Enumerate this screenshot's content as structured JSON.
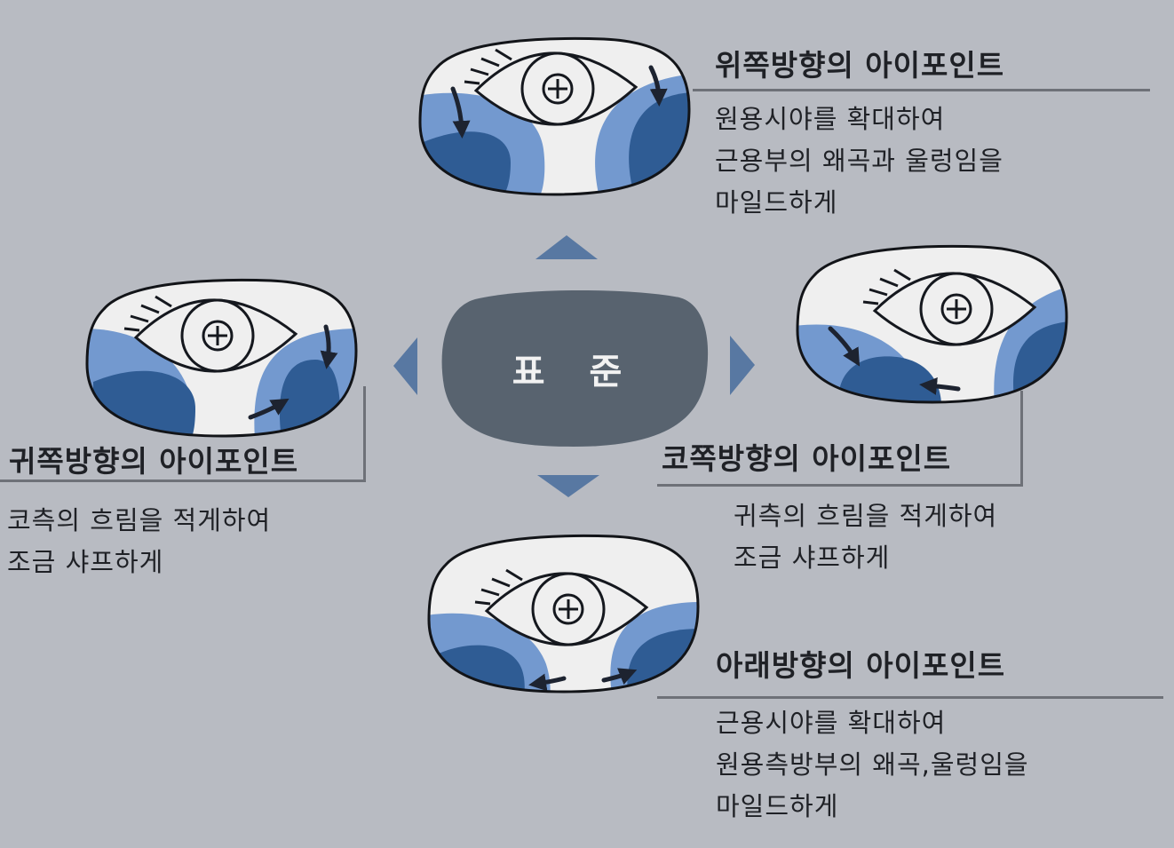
{
  "center": {
    "label": "표 준"
  },
  "colors": {
    "background": "#b8bbc2",
    "light_zone": "#7399cf",
    "dark_zone": "#2f5c94",
    "center_blob": "#58636f",
    "triangle": "#5878a2",
    "lens": "#efefef"
  },
  "panels": [
    {
      "id": "up",
      "title": "위쪽방향의 아이포인트",
      "lines": [
        "원용시야를 확대하여",
        "근용부의 왜곡과 울렁임을",
        "마일드하게"
      ]
    },
    {
      "id": "ear",
      "title": "귀쪽방향의 아이포인트",
      "lines": [
        "코측의 흐림을 적게하여",
        "조금 샤프하게"
      ]
    },
    {
      "id": "nose",
      "title": "코쪽방향의 아이포인트",
      "lines": [
        "귀측의 흐림을 적게하여",
        "조금 샤프하게"
      ]
    },
    {
      "id": "down",
      "title": "아래방향의 아이포인트",
      "lines": [
        "근용시야를 확대하여",
        "원용측방부의 왜곡,울렁임을",
        "마일드하게"
      ]
    }
  ]
}
